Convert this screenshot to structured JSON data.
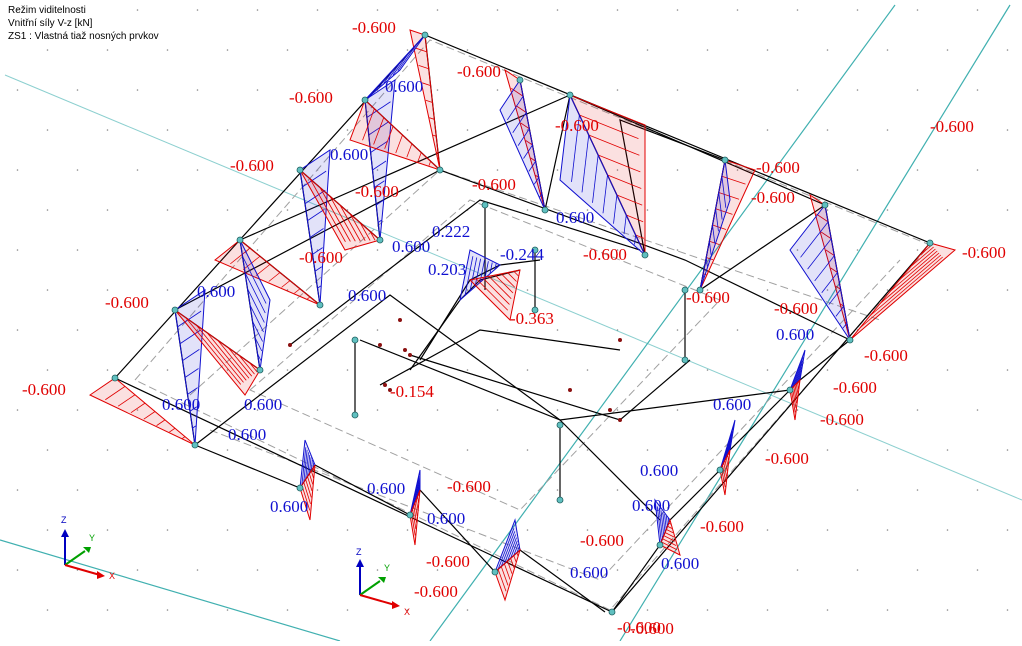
{
  "info": {
    "mode": "Režim viditelnosti",
    "quantity": "Vnitřní síly V-z [kN]",
    "load_case": "ZS1 : Vlastná tiaž nosných prvkov"
  },
  "colors": {
    "negative": "#e00000",
    "positive": "#1010d0",
    "member": "#000000",
    "grid": "#40b0b0",
    "dashed": "#a0a0a0",
    "node": "#60c0c0"
  },
  "labels": [
    {
      "text": "-0.600",
      "kind": "neg"
    },
    {
      "text": "-0.600",
      "kind": "neg"
    },
    {
      "text": "-0.600",
      "kind": "neg"
    },
    {
      "text": "0.600",
      "kind": "pos"
    },
    {
      "text": "-0.600",
      "kind": "neg"
    },
    {
      "text": "-0.600",
      "kind": "neg"
    },
    {
      "text": "0.600",
      "kind": "pos"
    },
    {
      "text": "-0.600",
      "kind": "neg"
    },
    {
      "text": "-0.600",
      "kind": "neg"
    },
    {
      "text": "-0.600",
      "kind": "neg"
    },
    {
      "text": "-0.600",
      "kind": "neg"
    },
    {
      "text": "-0.600",
      "kind": "neg"
    },
    {
      "text": "0.600",
      "kind": "pos"
    },
    {
      "text": "0.222",
      "kind": "pos"
    },
    {
      "text": "-0.600",
      "kind": "neg"
    },
    {
      "text": "0.600",
      "kind": "pos"
    },
    {
      "text": "-0.244",
      "kind": "pos"
    },
    {
      "text": "-0.600",
      "kind": "neg"
    },
    {
      "text": "-0.600",
      "kind": "neg"
    },
    {
      "text": "-0.600",
      "kind": "neg"
    },
    {
      "text": "0.203",
      "kind": "pos"
    },
    {
      "text": "0.600",
      "kind": "pos"
    },
    {
      "text": "0.600",
      "kind": "pos"
    },
    {
      "text": "-0.600",
      "kind": "neg"
    },
    {
      "text": "-0.600",
      "kind": "neg"
    },
    {
      "text": "-0.363",
      "kind": "neg"
    },
    {
      "text": "0.600",
      "kind": "pos"
    },
    {
      "text": "-0.600",
      "kind": "neg"
    },
    {
      "text": "-0.600",
      "kind": "neg"
    },
    {
      "text": "-0.154",
      "kind": "neg"
    },
    {
      "text": "-0.600",
      "kind": "neg"
    },
    {
      "text": "0.600",
      "kind": "pos"
    },
    {
      "text": "0.600",
      "kind": "pos"
    },
    {
      "text": "0.600",
      "kind": "pos"
    },
    {
      "text": "-0.600",
      "kind": "neg"
    },
    {
      "text": "0.600",
      "kind": "pos"
    },
    {
      "text": "-0.600",
      "kind": "neg"
    },
    {
      "text": "0.600",
      "kind": "pos"
    },
    {
      "text": "0.600",
      "kind": "pos"
    },
    {
      "text": "-0.600",
      "kind": "neg"
    },
    {
      "text": "0.600",
      "kind": "pos"
    },
    {
      "text": "0.600",
      "kind": "pos"
    },
    {
      "text": "0.600",
      "kind": "pos"
    },
    {
      "text": "-0.600",
      "kind": "neg"
    },
    {
      "text": "-0.600",
      "kind": "neg"
    },
    {
      "text": "0.600",
      "kind": "pos"
    },
    {
      "text": "-0.600",
      "kind": "neg"
    },
    {
      "text": "0.600",
      "kind": "pos"
    },
    {
      "text": "-0.600",
      "kind": "neg"
    },
    {
      "text": "-0.600",
      "kind": "neg"
    },
    {
      "text": "-0.600",
      "kind": "neg"
    }
  ],
  "axes": [
    {
      "z": "Z",
      "y": "Y",
      "x": "X"
    },
    {
      "z": "Z",
      "y": "Y",
      "x": "X"
    }
  ]
}
